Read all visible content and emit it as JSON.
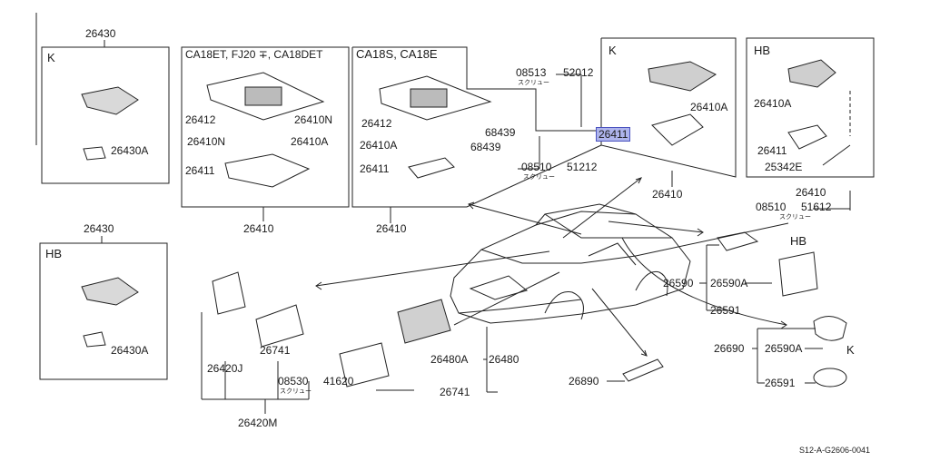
{
  "frames": {
    "k_top": "K",
    "hb_bottom_left": "HB",
    "ca18et": "CA18ET, FJ20 ∓, CA18DET",
    "ca18s": "CA18S, CA18E",
    "k_right": "K",
    "hb_right": "HB",
    "hb_lamp": "HB",
    "k_lamp": "K"
  },
  "parts": {
    "p26430_top": "26430",
    "p26430A_top": "26430A",
    "p26430_bottom": "26430",
    "p26430A_bottom": "26430A",
    "g1_26412": "26412",
    "g1_26410N_r": "26410N",
    "g1_26410N_l": "26410N",
    "g1_26410A": "26410A",
    "g1_26411": "26411",
    "g1_total": "26410",
    "g2_26412": "26412",
    "g2_68439a": "68439",
    "g2_68439b": "68439",
    "g2_26410A": "26410A",
    "g2_26411": "26411",
    "g2_total": "26410",
    "screw_08513": "08513",
    "screw_52012": "52012",
    "screw_08510_a": "08510",
    "screw_51212": "51212",
    "k_26410A": "26410A",
    "k_26411": "26411",
    "k_total": "26410",
    "hb_26410A": "26410A",
    "hb_26411": "26411",
    "hb_25342E": "25342E",
    "hb_26410": "26410",
    "screw_08510_b": "08510",
    "screw_51612": "51612",
    "p26590": "26590",
    "p26590A": "26590A",
    "p26591": "26591",
    "p26690": "26690",
    "p26590A_k": "26590A",
    "p26591_k": "26591",
    "p26420J": "26420J",
    "p26741_a": "26741",
    "screw_08530": "08530",
    "screw_41620": "41620",
    "p26480A": "26480A",
    "p26480": "26480",
    "p26741_b": "26741",
    "p26890": "26890",
    "p26420M": "26420M"
  },
  "screw_note": "スクリュー",
  "diagram_code": "S12-A-G2606-0041",
  "highlight_color": "#aeb4ec"
}
